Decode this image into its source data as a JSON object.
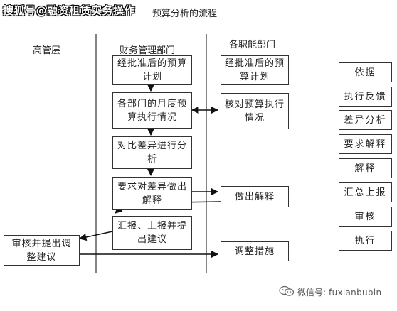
{
  "watermark_top": "搜狐号@融资租赁实务操作",
  "title": "预算分析的流程",
  "columns": {
    "exec": "高管层",
    "finance": "财务管理部门",
    "functional": "各职能部门"
  },
  "boxes": {
    "approved_budget_finance": "经批准后的预算计划",
    "approved_budget_dept": "经批准后的预算计划",
    "monthly_exec": "各部门的月度预算执行情况",
    "check_exec": "核对预算执行情况",
    "compare_variance": "对比差异进行分析",
    "request_explain": "要求对差异做出解释",
    "make_explain": "做出解释",
    "summary_report": "汇报、上报并提出建议",
    "review_adjust": "审核并提出调整建议",
    "adjust_measures": "调整措施"
  },
  "legend": [
    "依据",
    "执行反馈",
    "差异分析",
    "要求解释",
    "解释",
    "汇总上报",
    "审核",
    "执行"
  ],
  "watermark_bottom": {
    "label": "微信号:",
    "name": "fuxianbubin"
  }
}
